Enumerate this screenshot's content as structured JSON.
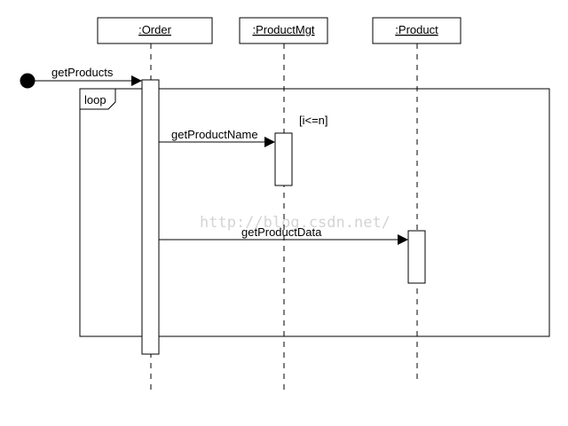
{
  "lifelines": [
    {
      "id": "order",
      "name": ":Order"
    },
    {
      "id": "productmgt",
      "name": ":ProductMgt"
    },
    {
      "id": "product",
      "name": ":Product"
    }
  ],
  "messages": {
    "get_products": "getProducts",
    "get_product_name": "getProductName",
    "get_product_data": "getProductData"
  },
  "fragment": {
    "operator": "loop",
    "guard": "[i<=n]"
  },
  "watermark": "http://blog.csdn.net/",
  "colors": {
    "stroke": "#000000",
    "background": "#ffffff",
    "watermark": "#d4d4d4"
  }
}
